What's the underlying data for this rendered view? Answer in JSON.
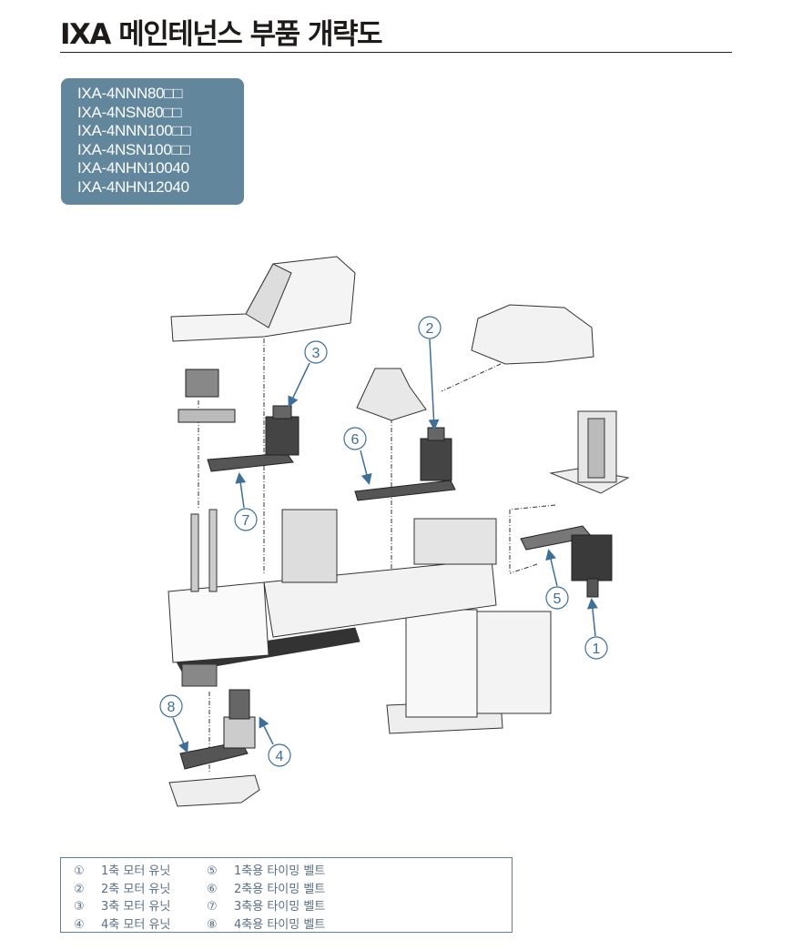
{
  "title": "IXA 메인테넌스 부품 개략도",
  "models": [
    "IXA-4NNN80□□",
    "IXA-4NSN80□□",
    "IXA-4NNN100□□",
    "IXA-4NSN100□□",
    "IXA-4NHN10040",
    "IXA-4NHN12040"
  ],
  "callouts": {
    "c1": "①",
    "c2": "②",
    "c3": "③",
    "c4": "④",
    "c5": "⑤",
    "c6": "⑥",
    "c7": "⑦",
    "c8": "⑧"
  },
  "legend": [
    {
      "num": "①",
      "label": "1축 모터 유닛"
    },
    {
      "num": "②",
      "label": "2축 모터 유닛"
    },
    {
      "num": "③",
      "label": "3축 모터 유닛"
    },
    {
      "num": "④",
      "label": "4축 모터 유닛"
    },
    {
      "num": "⑤",
      "label": "1축용 타이밍 벨트"
    },
    {
      "num": "⑥",
      "label": "2축용 타이밍 벨트"
    },
    {
      "num": "⑦",
      "label": "3축용 타이밍 벨트"
    },
    {
      "num": "⑧",
      "label": "4축용 타이밍 벨트"
    }
  ],
  "colors": {
    "callout": "#3f6f96",
    "model_box": "#62869c"
  }
}
